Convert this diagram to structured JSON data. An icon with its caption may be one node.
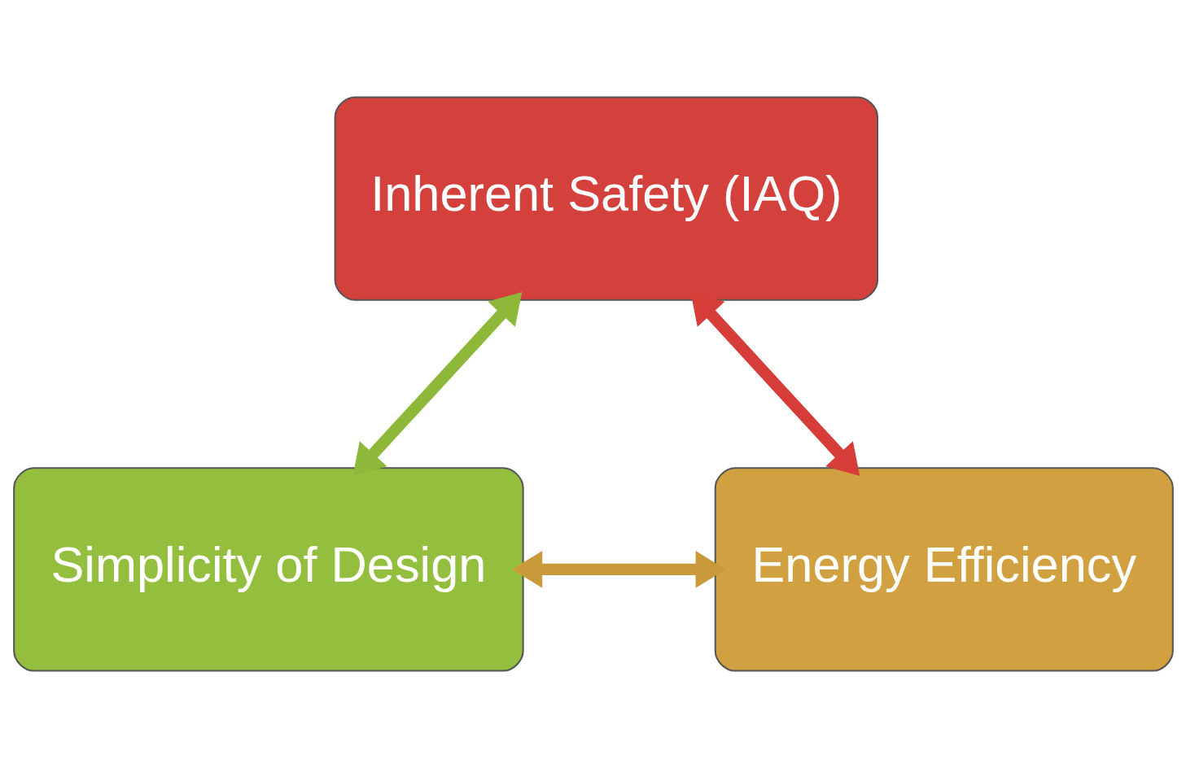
{
  "diagram": {
    "nodes": [
      {
        "text": [
          "Inherent Safety (IAQ)"
        ]
      },
      {
        "text": [
          "Simplicity of Design"
        ]
      },
      {
        "text": [
          "Energy Efficiency"
        ]
      }
    ],
    "edges": [
      {
        "from": 0,
        "to": 1,
        "arrow": "both",
        "color": "#8db83a"
      },
      {
        "from": 0,
        "to": 2,
        "arrow": "both",
        "color": "#d63c38"
      },
      {
        "from": 1,
        "to": 2,
        "arrow": "both",
        "color": "#c99a3a"
      }
    ]
  }
}
